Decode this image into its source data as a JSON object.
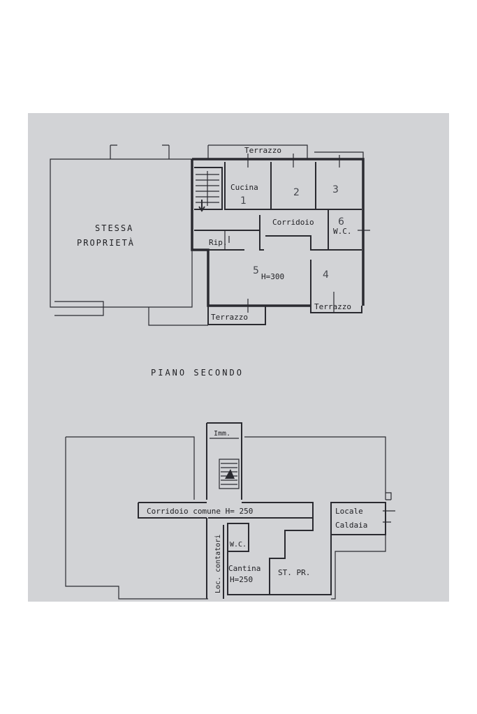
{
  "floor_title": "PIANO SECONDO",
  "upper_plan": {
    "stessa_line1": "STESSA",
    "stessa_line2": "PROPRIETÀ",
    "terrazzo_top": "Terrazzo",
    "cucina": "Cucina",
    "corridoio": "Corridoio",
    "wc": "W.C.",
    "rip": "Rip.",
    "height": "H=300",
    "terrazzo_bottom_left": "Terrazzo",
    "terrazzo_bottom_right": "Terrazzo",
    "room_num_1": "1",
    "room_num_2": "2",
    "room_num_3": "3",
    "room_num_4": "4",
    "room_num_5": "5",
    "room_num_wc": "6"
  },
  "lower_plan": {
    "imm": "Imm.",
    "corridoio_comune": "Corridoio  comune  H= 250",
    "locale": "Locale",
    "caldaia": "Caldaia",
    "loc_contatori": "Loc. contatori",
    "wc": "W.C.",
    "cantina": "Cantina",
    "cantina_height": "H=250",
    "st_pr": "ST. PR."
  },
  "colors": {
    "paper": "#d2d3d6",
    "ink": "#2a2a30"
  }
}
